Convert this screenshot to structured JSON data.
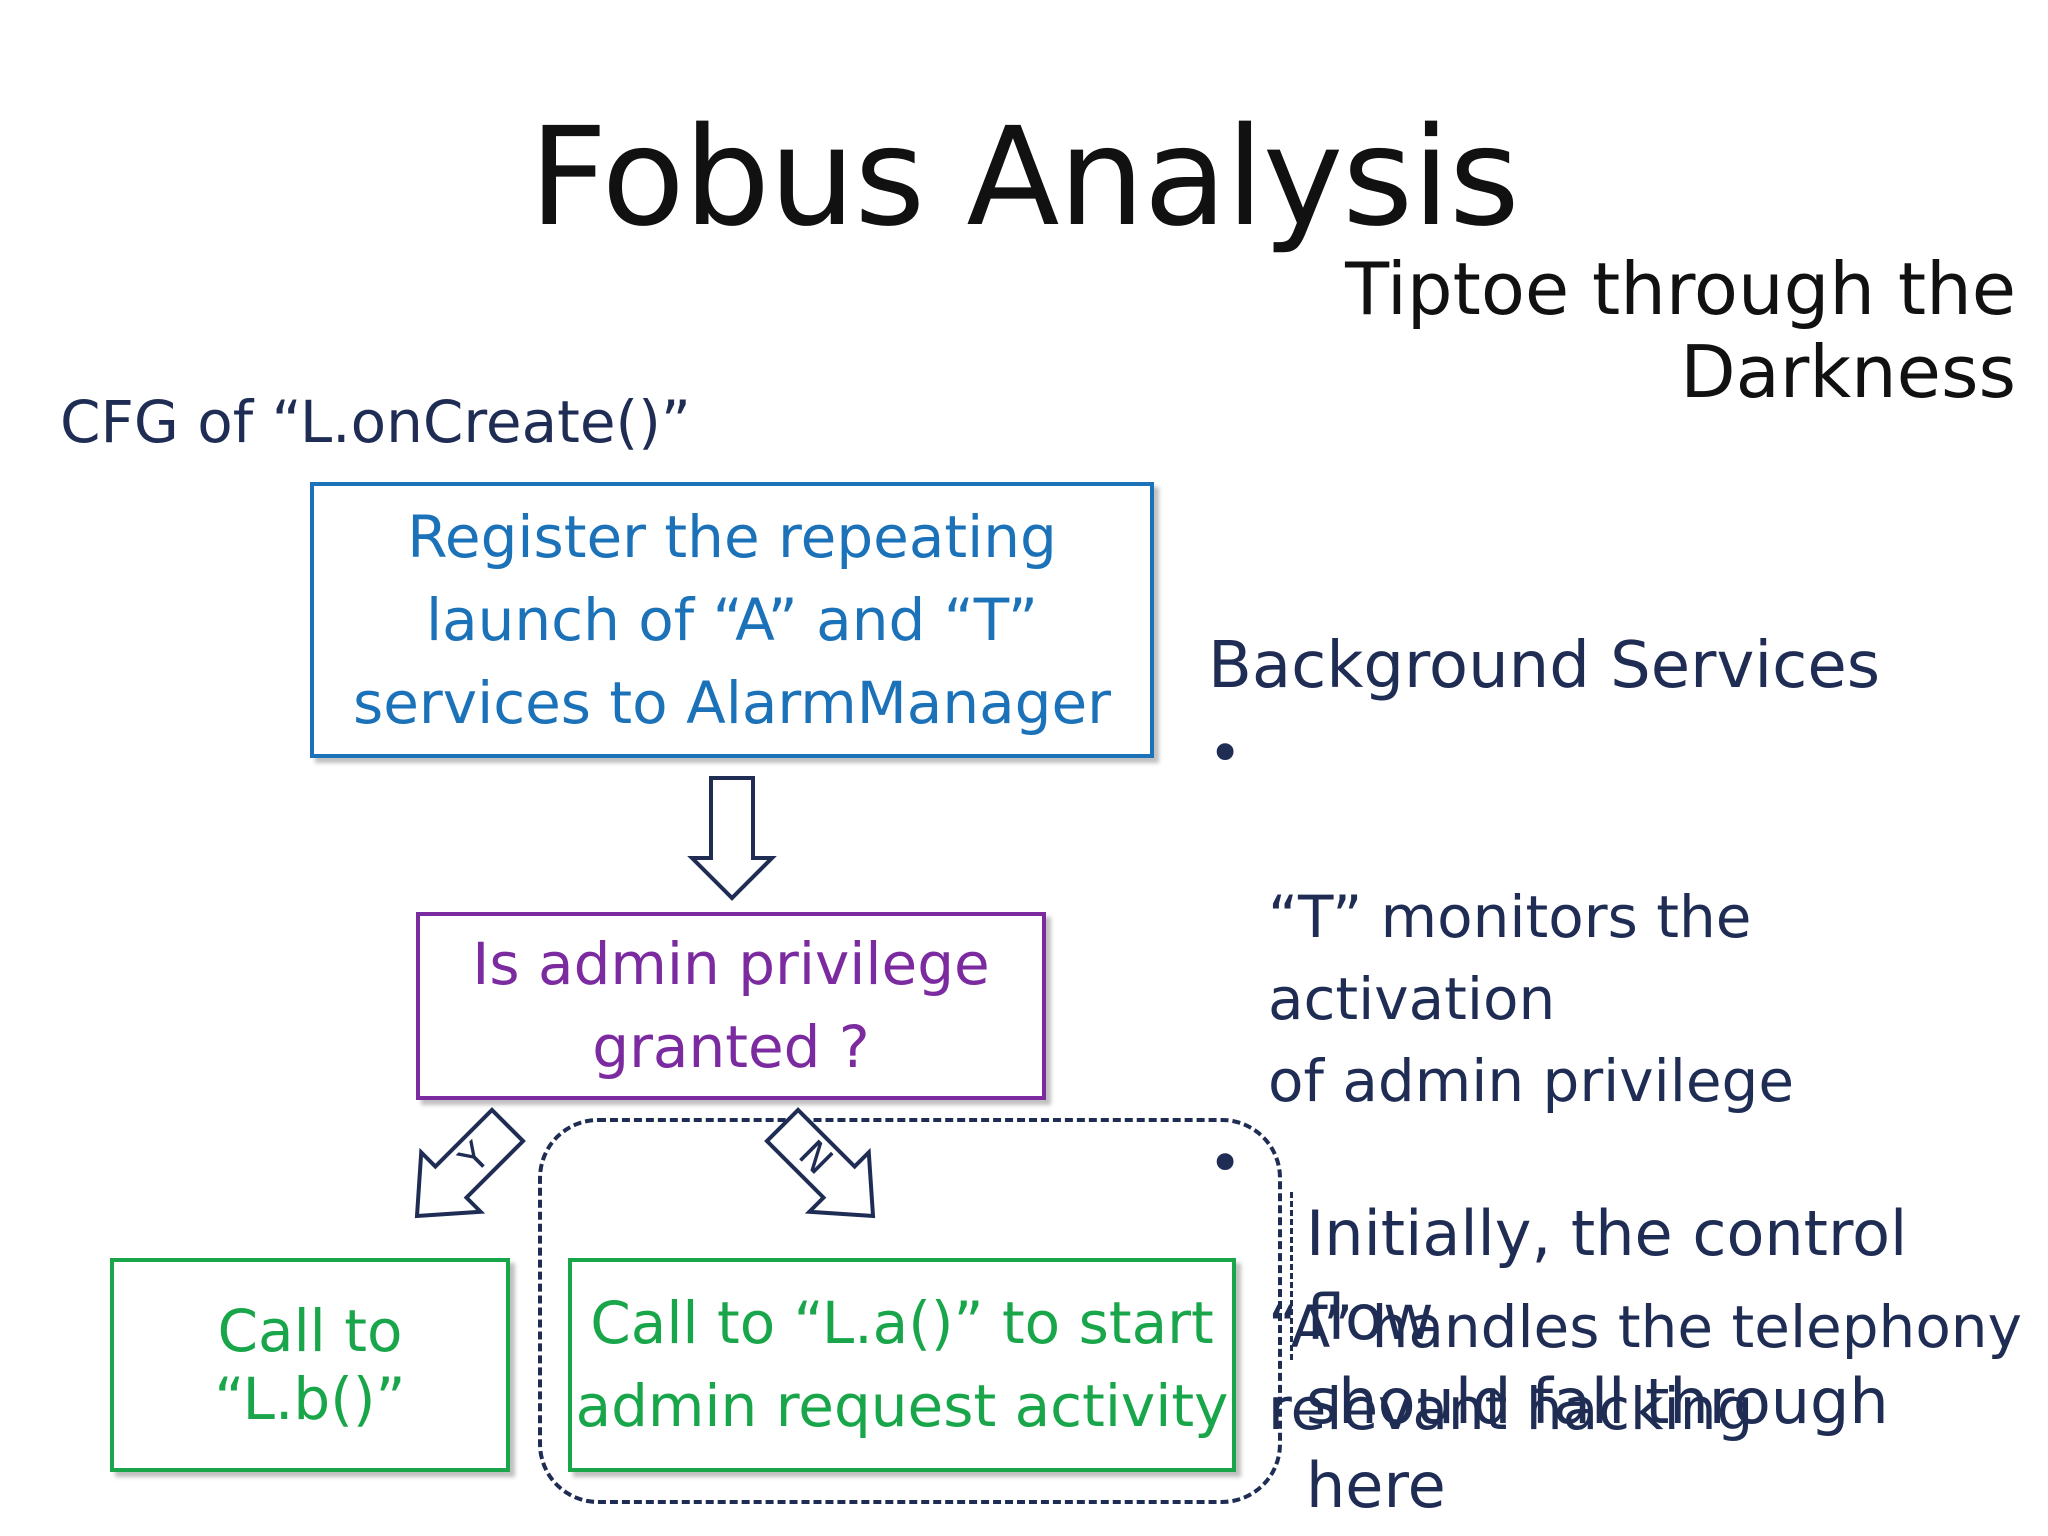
{
  "slide": {
    "title": "Fobus Analysis",
    "subtitle": "Tiptoe through the Darkness",
    "cfg_label": "CFG of “L.onCreate()”"
  },
  "flow": {
    "register_box": "Register the repeating\nlaunch of “A” and “T”\nservices to AlarmManager",
    "decision_box": "Is admin privilege\ngranted ?",
    "yes_label": "Y",
    "no_label": "N",
    "call_b_box": "Call to “L.b()”",
    "call_a_box": "Call to “L.a()” to start\nadmin request activity"
  },
  "background_services": {
    "heading": "Background Services",
    "bullet_symbol": "•",
    "items": [
      "“T” monitors the activation\nof admin privilege",
      "“A” handles the telephony\nrelevant hacking"
    ]
  },
  "note": "Initially, the control flow\nshould fall through here",
  "colors": {
    "title": "#111111",
    "navy": "#1f2d55",
    "blue": "#1c72b8",
    "purple": "#7b2b9f",
    "green": "#19a64a"
  }
}
